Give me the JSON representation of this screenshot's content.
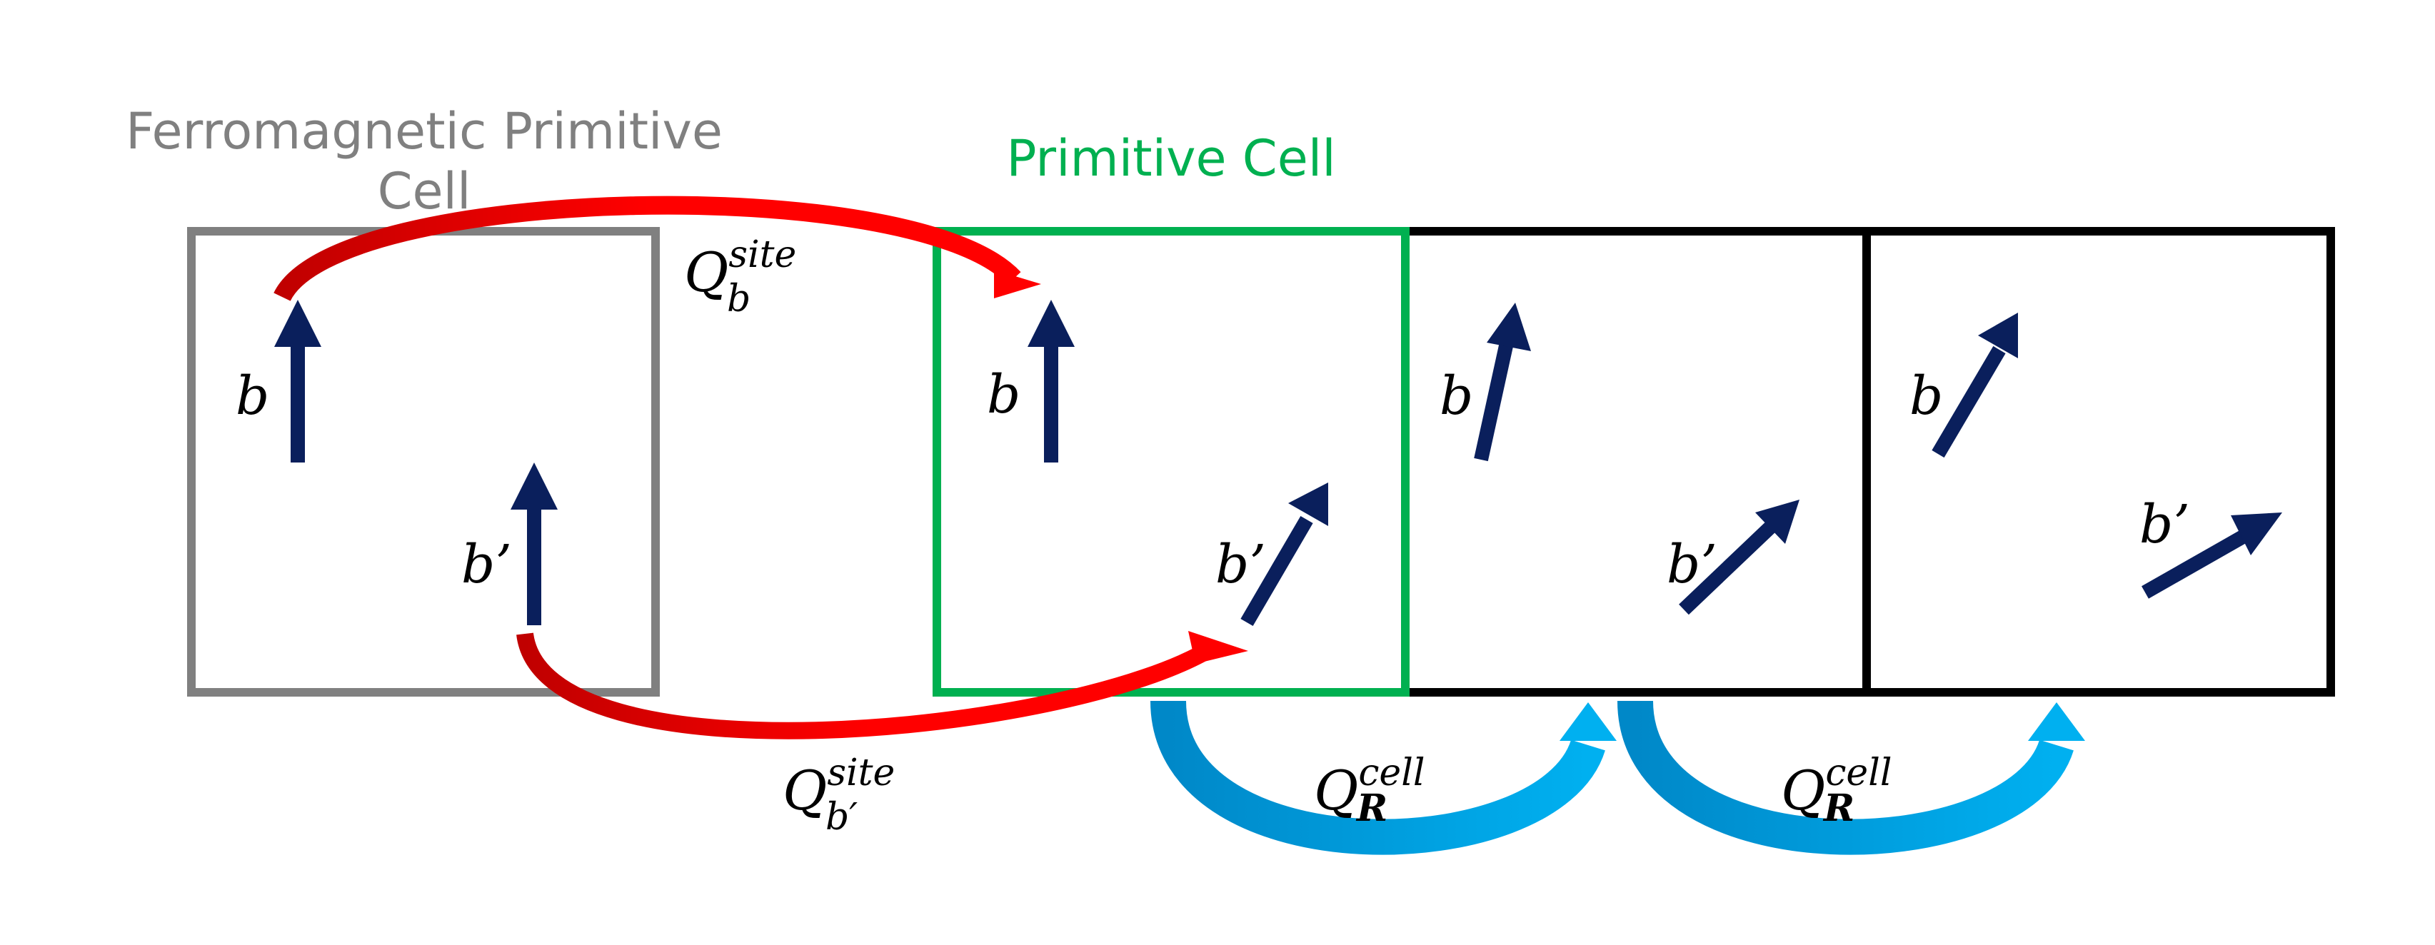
{
  "titles": {
    "ferro_line1": "Ferromagnetic Primitive",
    "ferro_line2": "Cell",
    "primitive": "Primitive Cell"
  },
  "site_labels": {
    "ferro_b": "b",
    "ferro_bprime": "b’",
    "prim_b": "b",
    "prim_bprime": "b’",
    "cell2_b": "b",
    "cell2_bprime": "b’",
    "cell3_b": "b",
    "cell3_bprime": "b’"
  },
  "operators": {
    "q_site_b": {
      "main": "Q",
      "sup": "site",
      "sub": "b"
    },
    "q_site_bprime": {
      "main": "Q",
      "sup": "site",
      "sub": "b′"
    },
    "q_cell_1": {
      "main": "Q",
      "sup": "cell",
      "sub": "R"
    },
    "q_cell_2": {
      "main": "Q",
      "sup": "cell",
      "sub": "R"
    }
  },
  "colors": {
    "ferro_cell": "#808080",
    "primitive_cell": "#00b050",
    "other_cells": "#000000",
    "spin_arrow": "#0a1f5c",
    "site_map_arrow": "#ff0000",
    "site_map_arrow_dark": "#c00000",
    "cell_map_arrow": "#00b0f0",
    "cell_map_arrow_dark": "#0088c8"
  }
}
